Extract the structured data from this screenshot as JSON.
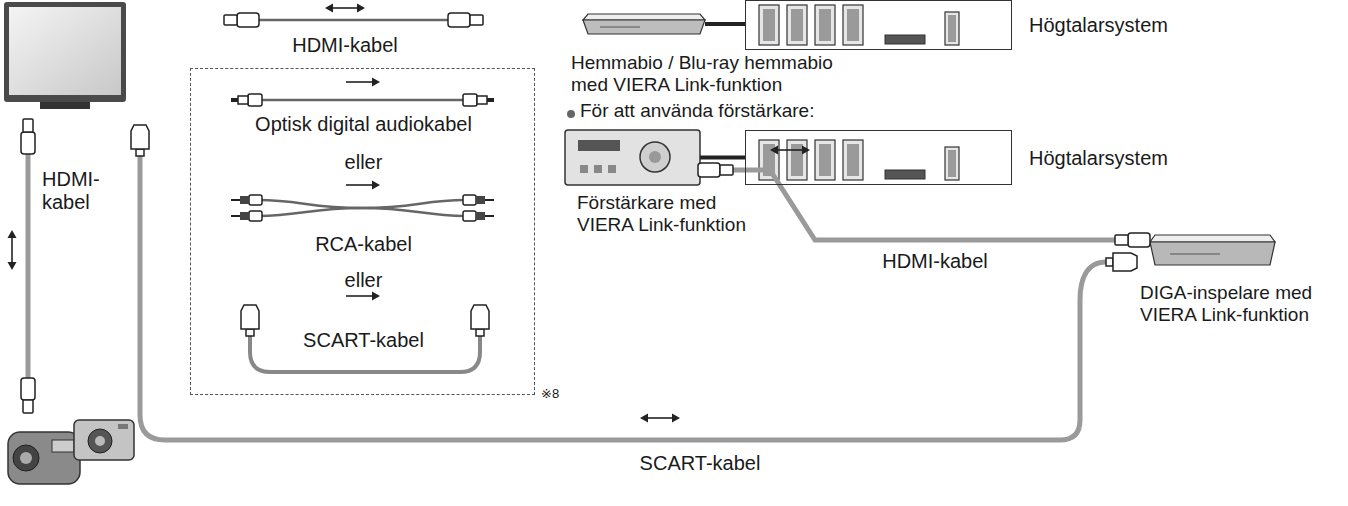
{
  "diagram": {
    "nodes": [
      {
        "text": [
          "Hemmabio / Blu-ray hemmabio med VIERA Link-funktion"
        ]
      },
      {
        "text": [
          "Högtalarsystem"
        ]
      },
      {
        "text": [
          "Optisk digital audiokabel",
          "eller",
          "RCA-kabel",
          "eller",
          "SCART-kabel"
        ]
      },
      {
        "text": [
          "Förstärkare med VIERA Link-funktion"
        ]
      },
      {
        "text": [
          "Högtalarsystem"
        ]
      },
      {
        "text": [
          "DIGA-inspelare med VIERA Link-funktion"
        ]
      }
    ],
    "edges": [
      {
        "from": 0,
        "to": 1,
        "arrow": "none"
      },
      {
        "from": 3,
        "to": 4,
        "arrow": "none"
      },
      {
        "from": 3,
        "to": 5,
        "label": "HDMI-kabel",
        "arrow": "none"
      }
    ],
    "labels": [
      "HDMI-kabel",
      "HDMI- kabel",
      "För att använda förstärkare:",
      "※8",
      "SCART-kabel"
    ]
  }
}
